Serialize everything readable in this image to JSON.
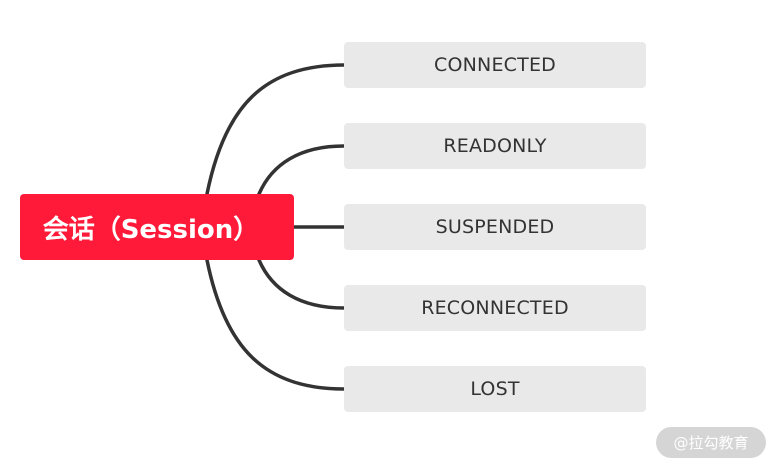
{
  "colors": {
    "root_bg": "#ff1a3a",
    "node_bg": "#e9e9e9",
    "line": "#333333",
    "watermark_bg": "#d5d5d5"
  },
  "root": {
    "label": "会话（Session）"
  },
  "children": [
    {
      "label": "CONNECTED"
    },
    {
      "label": "READONLY"
    },
    {
      "label": "SUSPENDED"
    },
    {
      "label": "RECONNECTED"
    },
    {
      "label": "LOST"
    }
  ],
  "watermark": {
    "text": "@拉勾教育"
  }
}
